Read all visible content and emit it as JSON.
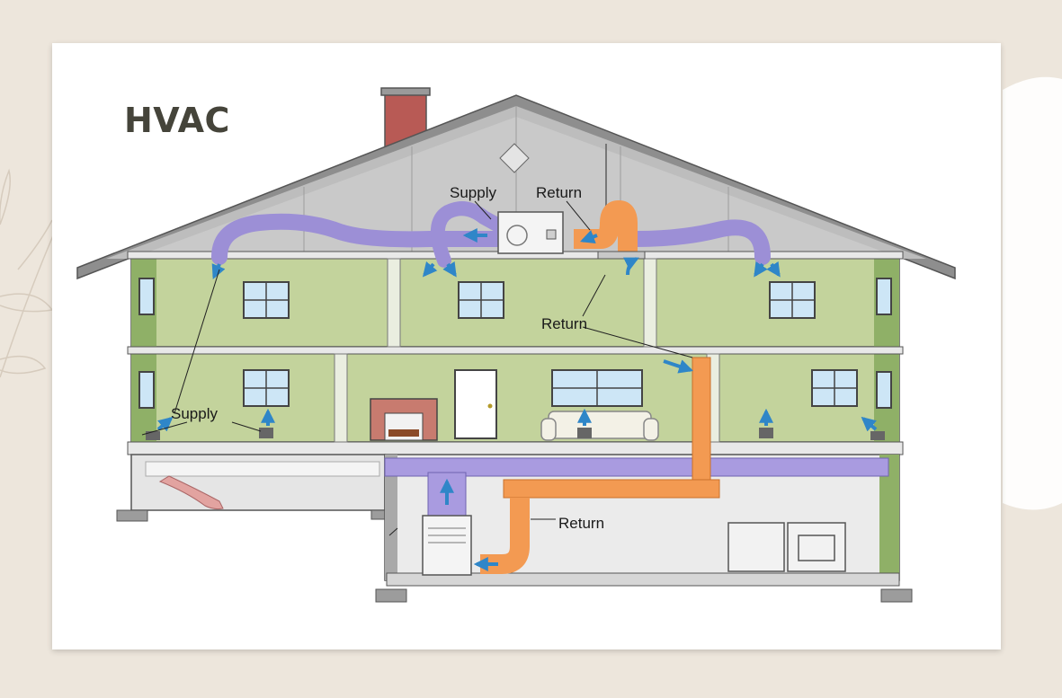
{
  "title": "HVAC",
  "labels": {
    "attic_supply": "Supply",
    "attic_return": "Return",
    "upper_return": "Return",
    "lower_supply": "Supply",
    "basement_return": "Return"
  },
  "colors": {
    "page_background": "#ede6dc",
    "wall": "#c3d39c",
    "supply_duct": "#9c8fd6",
    "return_duct": "#f39a52",
    "airflow_arrow": "#2f86c8",
    "roof": "#8e8e8e"
  }
}
